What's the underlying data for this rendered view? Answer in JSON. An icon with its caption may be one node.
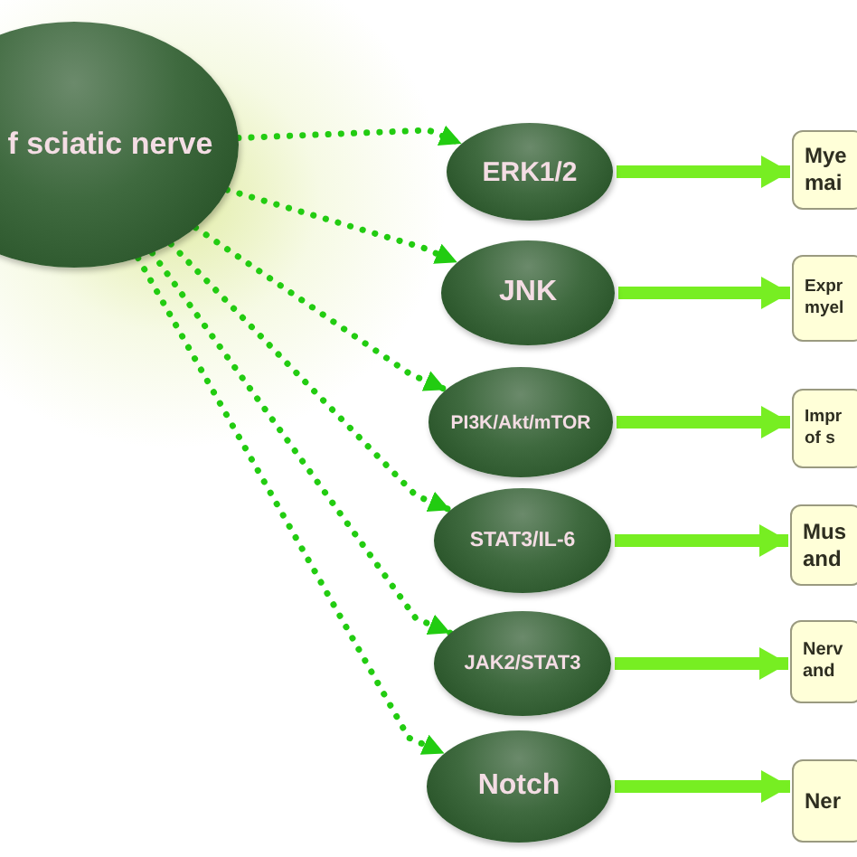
{
  "diagram": {
    "nodes": [
      {
        "text": [
          "f sciatic nerve"
        ]
      },
      {
        "text": [
          "ERK1/2"
        ]
      },
      {
        "text": [
          "JNK"
        ]
      },
      {
        "text": [
          "PI3K/Akt/mTOR"
        ]
      },
      {
        "text": [
          "STAT3/IL-6"
        ]
      },
      {
        "text": [
          "JAK2/STAT3"
        ]
      },
      {
        "text": [
          "Notch"
        ]
      },
      {
        "text": [
          "Mye mai"
        ]
      },
      {
        "text": [
          "Expr myel"
        ]
      },
      {
        "text": [
          "Impr of s"
        ]
      },
      {
        "text": [
          "Mus and"
        ]
      },
      {
        "text": [
          "Nerv and"
        ]
      },
      {
        "text": [
          "Ner"
        ]
      }
    ],
    "edges": [
      {
        "from": 0,
        "to": 1,
        "arrow": "to",
        "style": "dashed",
        "color": "#22cc11"
      },
      {
        "from": 0,
        "to": 2,
        "arrow": "to",
        "style": "dashed",
        "color": "#22cc11"
      },
      {
        "from": 0,
        "to": 3,
        "arrow": "to",
        "style": "dashed",
        "color": "#22cc11"
      },
      {
        "from": 0,
        "to": 4,
        "arrow": "to",
        "style": "dashed",
        "color": "#22cc11"
      },
      {
        "from": 0,
        "to": 5,
        "arrow": "to",
        "style": "dashed",
        "color": "#22cc11"
      },
      {
        "from": 0,
        "to": 6,
        "arrow": "to",
        "style": "dashed",
        "color": "#22cc11"
      },
      {
        "from": 1,
        "to": 7,
        "arrow": "to",
        "style": "thick",
        "color": "#77ee22"
      },
      {
        "from": 2,
        "to": 8,
        "arrow": "to",
        "style": "thick",
        "color": "#77ee22"
      },
      {
        "from": 3,
        "to": 9,
        "arrow": "to",
        "style": "thick",
        "color": "#77ee22"
      },
      {
        "from": 4,
        "to": 10,
        "arrow": "to",
        "style": "thick",
        "color": "#77ee22"
      },
      {
        "from": 5,
        "to": 11,
        "arrow": "to",
        "style": "thick",
        "color": "#77ee22"
      },
      {
        "from": 6,
        "to": 12,
        "arrow": "to",
        "style": "thick",
        "color": "#77ee22"
      }
    ]
  }
}
